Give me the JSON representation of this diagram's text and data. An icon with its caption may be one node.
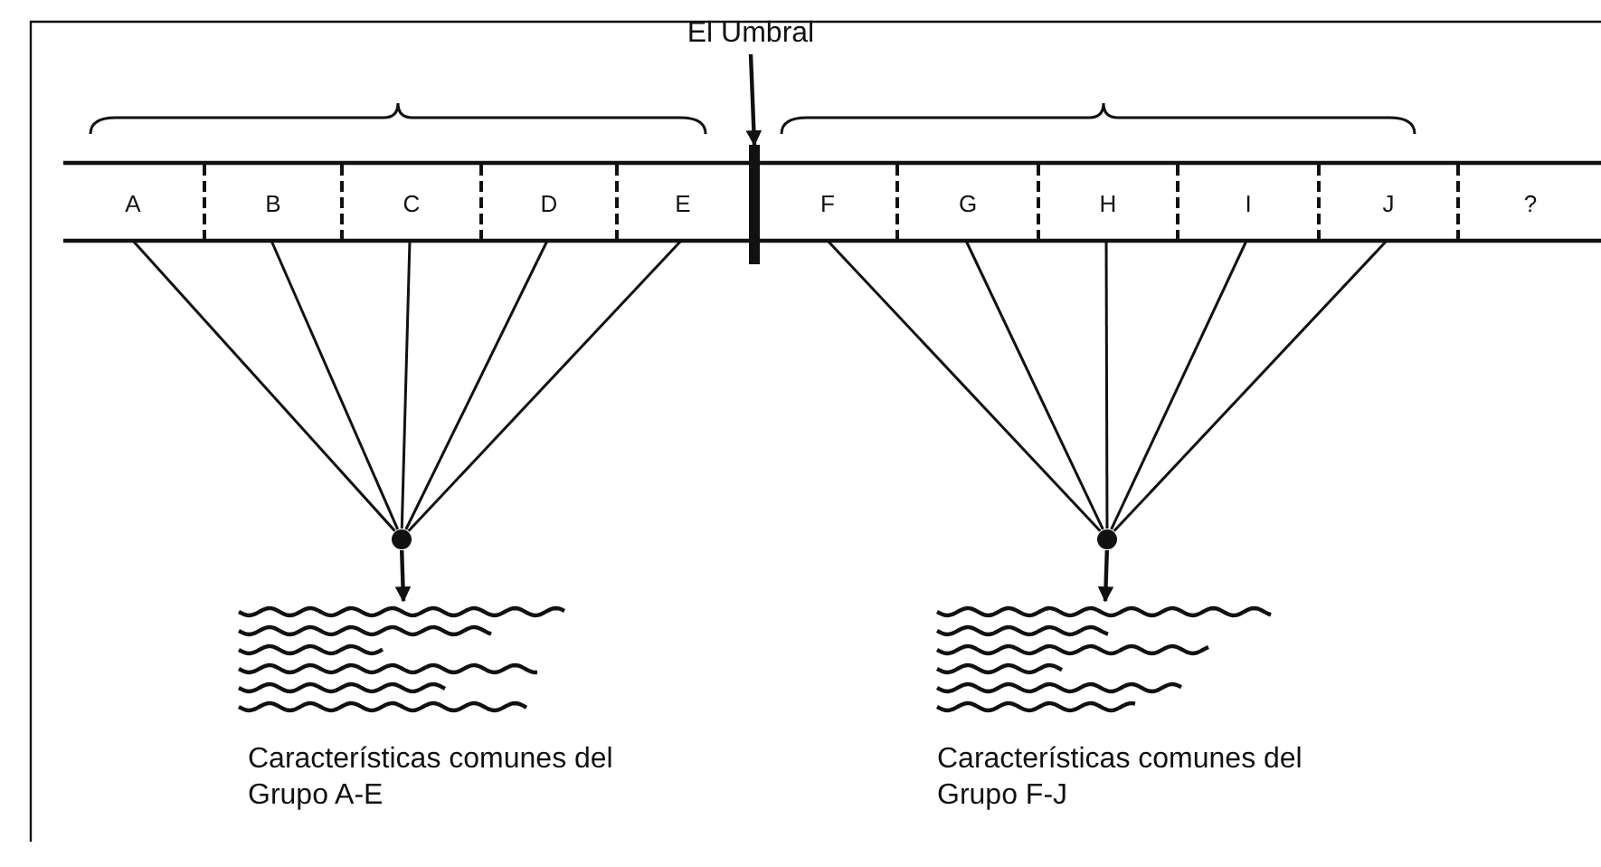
{
  "diagram": {
    "nodes": [
      {
        "text": [
          "A"
        ]
      },
      {
        "text": [
          "B"
        ]
      },
      {
        "text": [
          "C"
        ]
      },
      {
        "text": [
          "D"
        ]
      },
      {
        "text": [
          "E"
        ]
      },
      {
        "text": [
          "F"
        ]
      },
      {
        "text": [
          "G"
        ]
      },
      {
        "text": [
          "H"
        ]
      },
      {
        "text": [
          "I"
        ]
      },
      {
        "text": [
          "J"
        ]
      },
      {
        "text": [
          "?"
        ]
      },
      {
        "text": [],
        "shape": "bar"
      },
      {
        "text": [
          "El Umbral"
        ]
      },
      {
        "text": [],
        "shape": "circle"
      },
      {
        "text": [],
        "shape": "circle"
      },
      {
        "text": [],
        "shape": "picture",
        "beside": [
          "Características comunes del Grupo A-E"
        ]
      },
      {
        "text": [],
        "shape": "picture",
        "beside": [
          "Características comunes del Grupo F-J"
        ]
      }
    ],
    "edges": [
      {
        "from": 12,
        "to": 11,
        "arrow": "to"
      },
      {
        "from": 0,
        "to": 13,
        "arrow": "none"
      },
      {
        "from": 1,
        "to": 13,
        "arrow": "none"
      },
      {
        "from": 2,
        "to": 13,
        "arrow": "none"
      },
      {
        "from": 3,
        "to": 13,
        "arrow": "none"
      },
      {
        "from": 4,
        "to": 13,
        "arrow": "none"
      },
      {
        "from": 5,
        "to": 14,
        "arrow": "none"
      },
      {
        "from": 6,
        "to": 14,
        "arrow": "none"
      },
      {
        "from": 7,
        "to": 14,
        "arrow": "none"
      },
      {
        "from": 8,
        "to": 14,
        "arrow": "none"
      },
      {
        "from": 9,
        "to": 14,
        "arrow": "none"
      },
      {
        "from": 13,
        "to": 15,
        "arrow": "to"
      },
      {
        "from": 14,
        "to": 16,
        "arrow": "to"
      }
    ]
  }
}
